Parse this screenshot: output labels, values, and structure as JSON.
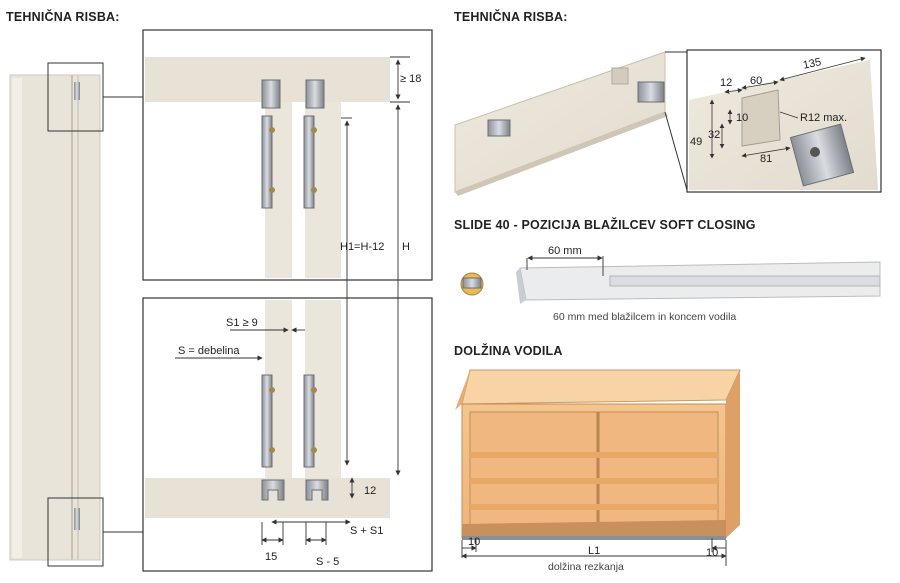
{
  "headings": {
    "left_title": "TEHNIČNA RISBA:",
    "right_title": "TEHNIČNA RISBA:",
    "slide_title": "SLIDE 40 - POZICIJA BLAŽILCEV SOFT CLOSING",
    "length_title": "DOLŽINA VODILA"
  },
  "left_drawing": {
    "dim_top_gap": "≥ 18",
    "dim_h1": "H1=H-12",
    "dim_h": "H",
    "dim_s1": "S1 ≥ 9",
    "dim_s": "S = debelina",
    "dim_bottom_12": "12",
    "dim_15": "15",
    "dim_s_minus_5": "S - 5",
    "dim_s_plus_s1": "S + S1"
  },
  "detail_drawing": {
    "dim_12": "12",
    "dim_60": "60",
    "dim_135": "135",
    "dim_10": "10",
    "dim_32": "32",
    "dim_49": "49",
    "dim_81": "81",
    "radius": "R12 max."
  },
  "slide": {
    "dim_60mm": "60 mm",
    "caption": "60 mm med blažilcem in koncem vodila"
  },
  "cabinet": {
    "dim_left_10": "10",
    "dim_right_10": "10",
    "dim_l1": "L1",
    "caption": "dolžina rezkanja"
  }
}
